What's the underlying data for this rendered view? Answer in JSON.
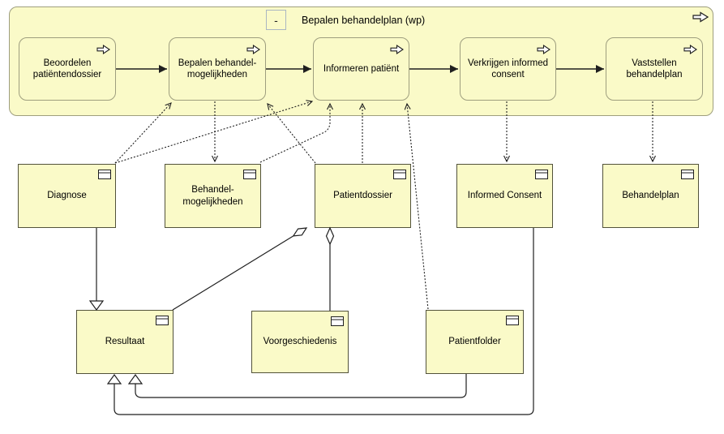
{
  "group": {
    "title": "Bepalen behandelplan (wp)",
    "collapse_label": "-"
  },
  "processes": [
    {
      "label": "Beoordelen patiëntendossier"
    },
    {
      "label": "Bepalen behandel-mogelijkheden"
    },
    {
      "label": "Informeren patiënt"
    },
    {
      "label": "Verkrijgen informed consent"
    },
    {
      "label": "Vaststellen behandelplan"
    }
  ],
  "objects": [
    {
      "label": "Diagnose"
    },
    {
      "label": "Behandel-mogelijkheden"
    },
    {
      "label": "Patientdossier"
    },
    {
      "label": "Informed Consent"
    },
    {
      "label": "Behandelplan"
    },
    {
      "label": "Resultaat"
    },
    {
      "label": "Voorgeschiedenis"
    },
    {
      "label": "Patientfolder"
    }
  ],
  "relations": [
    {
      "type": "flow",
      "from": "Beoordelen patiëntendossier",
      "to": "Bepalen behandel-mogelijkheden"
    },
    {
      "type": "flow",
      "from": "Bepalen behandel-mogelijkheden",
      "to": "Informeren patiënt"
    },
    {
      "type": "flow",
      "from": "Informeren patiënt",
      "to": "Verkrijgen informed consent"
    },
    {
      "type": "flow",
      "from": "Verkrijgen informed consent",
      "to": "Vaststellen behandelplan"
    },
    {
      "type": "access-read",
      "from": "Diagnose",
      "to": "Bepalen behandel-mogelijkheden"
    },
    {
      "type": "access-read",
      "from": "Diagnose",
      "to": "Informeren patiënt"
    },
    {
      "type": "access-write",
      "from": "Bepalen behandel-mogelijkheden",
      "to": "Behandel-mogelijkheden"
    },
    {
      "type": "access-read",
      "from": "Patientdossier",
      "to": "Bepalen behandel-mogelijkheden"
    },
    {
      "type": "access-read",
      "from": "Behandel-mogelijkheden",
      "to": "Informeren patiënt"
    },
    {
      "type": "access-read",
      "from": "Patientdossier",
      "to": "Informeren patiënt"
    },
    {
      "type": "access-read",
      "from": "Patientfolder",
      "to": "Informeren patiënt"
    },
    {
      "type": "access-write",
      "from": "Verkrijgen informed consent",
      "to": "Informed Consent"
    },
    {
      "type": "access-write",
      "from": "Vaststellen behandelplan",
      "to": "Behandelplan"
    },
    {
      "type": "specialization",
      "from": "Diagnose",
      "to": "Resultaat"
    },
    {
      "type": "aggregation",
      "from": "Patientdossier",
      "to": "Resultaat"
    },
    {
      "type": "aggregation",
      "from": "Patientdossier",
      "to": "Voorgeschiedenis"
    },
    {
      "type": "specialization",
      "from": "Informed Consent",
      "to": "Resultaat"
    },
    {
      "type": "specialization",
      "from": "Patientfolder",
      "to": "Resultaat"
    }
  ],
  "colors": {
    "element_fill": "#fafac8",
    "process_border": "#9e9e7e",
    "object_border": "#52523a",
    "relation": "#1f1f1f",
    "background": "#ffffff"
  }
}
